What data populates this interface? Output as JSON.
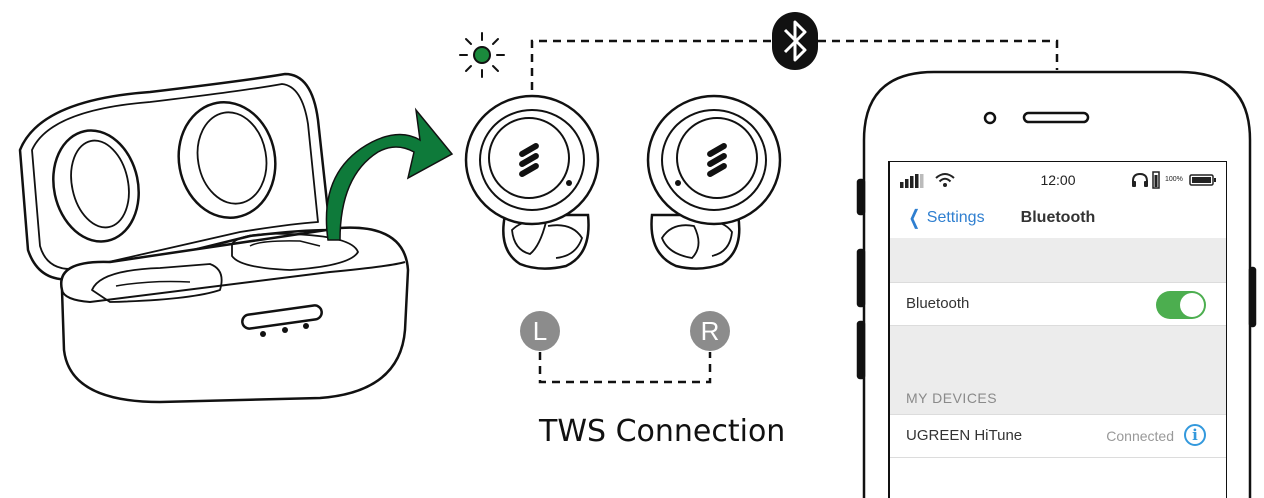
{
  "caption": "TWS Connection",
  "earbuds": {
    "left_label": "L",
    "right_label": "R"
  },
  "phone": {
    "status_bar": {
      "time": "12:00",
      "battery_percent": "100%"
    },
    "nav": {
      "back_label": "Settings",
      "title": "Bluetooth"
    },
    "bluetooth_row": {
      "label": "Bluetooth",
      "enabled": true
    },
    "section_header": "MY DEVICES",
    "device": {
      "name": "UGREEN HiTune",
      "status": "Connected"
    }
  },
  "colors": {
    "arrow": "#0e7a3a",
    "led": "#1a8a3c",
    "toggle_on": "#4cae4f",
    "link_blue": "#2f7fd0",
    "badge_gray": "#8c8c8c"
  },
  "icons": [
    "bluetooth-icon",
    "led-indicator-icon",
    "wifi-icon",
    "signal-icon",
    "headphone-icon",
    "battery-icon",
    "info-icon",
    "chevron-left-icon"
  ]
}
